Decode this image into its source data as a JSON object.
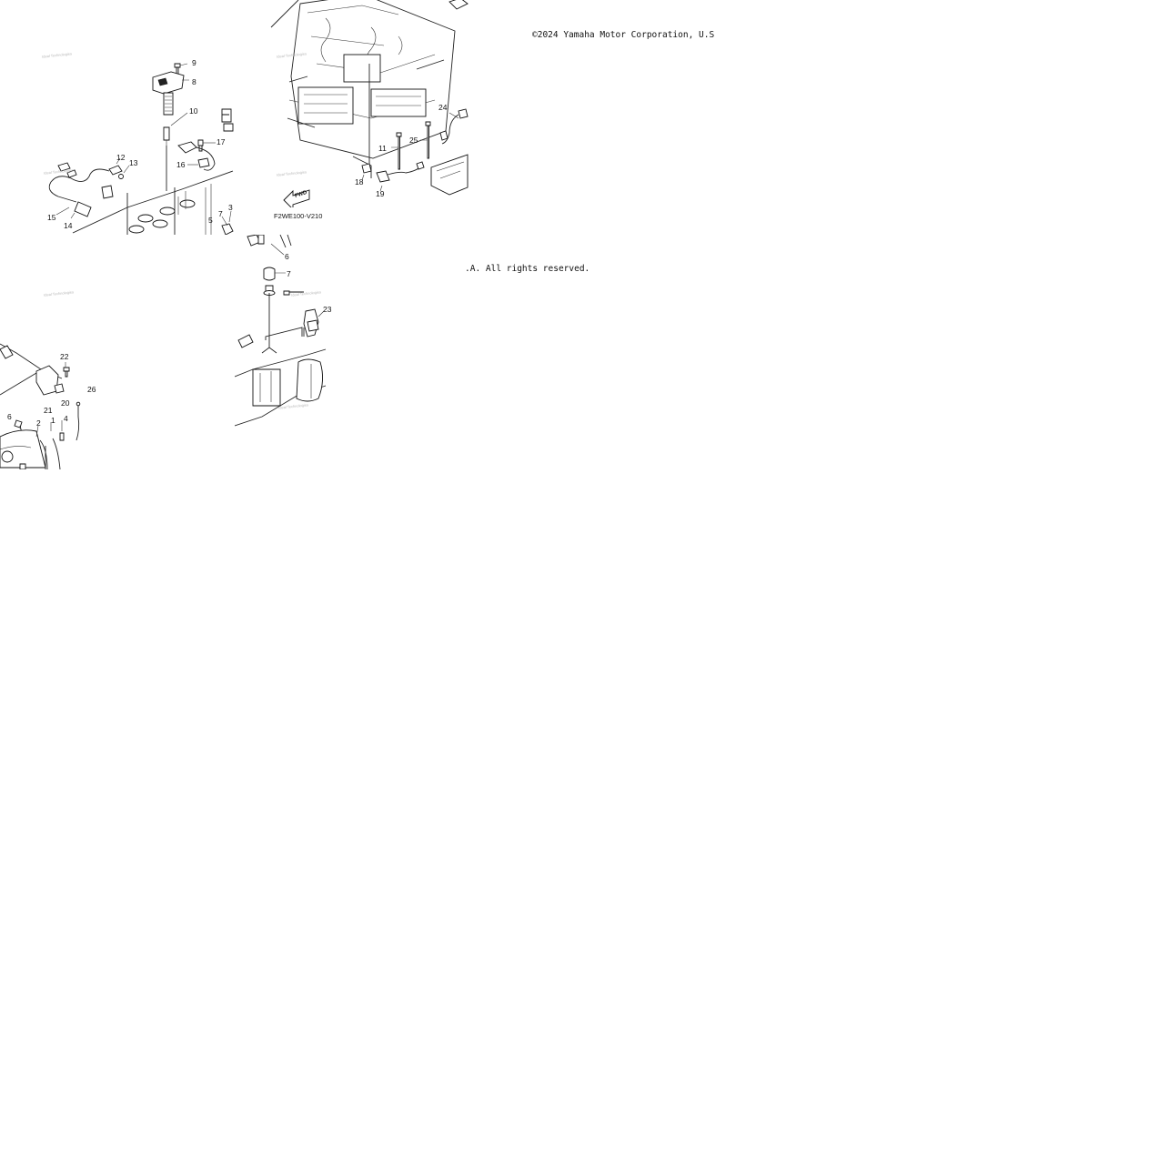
{
  "copyright": {
    "part1": "©2024 Yamaha Motor Corporation, U.S",
    "part2": ".A. All rights reserved."
  },
  "diagram_code": "F2WE100-V210",
  "fwd_label": "FWD",
  "watermark": "Ideal Technologies",
  "callouts": {
    "c1": "1",
    "c2": "2",
    "c3": "3",
    "c4": "4",
    "c5": "5",
    "c6a": "6",
    "c6b": "6",
    "c7a": "7",
    "c7b": "7",
    "c8": "8",
    "c9": "9",
    "c10": "10",
    "c11": "11",
    "c12": "12",
    "c13": "13",
    "c14": "14",
    "c15": "15",
    "c16": "16",
    "c17": "17",
    "c18": "18",
    "c19": "19",
    "c20": "20",
    "c21": "21",
    "c22": "22",
    "c23": "23",
    "c24": "24",
    "c25": "25",
    "c26": "26"
  }
}
